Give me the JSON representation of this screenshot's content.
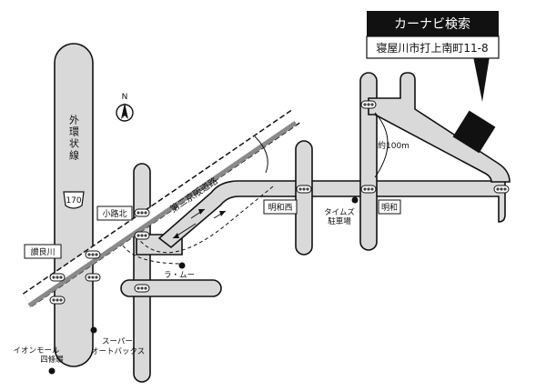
{
  "banner": {
    "title": "カーナビ検索",
    "address": "寝屋川市打上南町11-8"
  },
  "map": {
    "north_label": "N",
    "route_number": "170",
    "distance_label": "約100m",
    "roads": {
      "ring_road": "外環状線",
      "expressway": "第二京阪道路"
    },
    "intersections": {
      "kojikita": "小路北",
      "sanuki": "讃良川",
      "meiwa_nishi": "明和西",
      "meiwa": "明和"
    },
    "places": {
      "times_parking_line1": "タイムズ",
      "times_parking_line2": "駐車場",
      "lamu": "ラ・ムー",
      "super_autobacs_line1": "スーパー",
      "super_autobacs_line2": "オートバックス",
      "aeon_mall_line1": "イオンモール",
      "aeon_mall_line2": "四條畷"
    },
    "colors": {
      "road_fill": "#d9d9d9",
      "expressway": "#8a8a8a",
      "banner_bg": "#111111",
      "building": "#111111"
    }
  }
}
